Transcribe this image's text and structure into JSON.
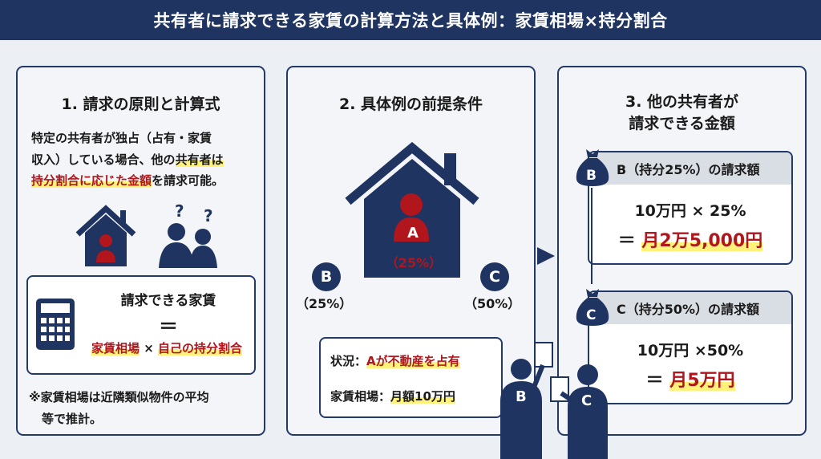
{
  "title": "共有者に請求できる家賃の計算方法と具体例：家賃相場×持分割合",
  "panel1": {
    "title": "1. 請求の原則と計算式",
    "line1": "特定の共有者が独占（占有・家賃",
    "line2a": "収入）している場合、他の",
    "line2b": "共有者は",
    "line3a": "持分割合に応じた金額",
    "line3b": "を請求可能。",
    "question_marks": "?",
    "formula_title": "請求できる家賃",
    "formula_eq": "＝",
    "formula_a": "家賃相場",
    "formula_x": "×",
    "formula_b": "自己の持分割合",
    "note1": "※家賃相場は近隣類似物件の平均",
    "note2": "等で推計。"
  },
  "panel2": {
    "title": "2. 具体例の前提条件",
    "a_label": "A",
    "a_pct": "（25%）",
    "b_label": "B",
    "b_pct": "（25%）",
    "c_label": "C",
    "c_pct": "（50%）",
    "status_label": "状況：",
    "status_value": "Aが不動産を占有",
    "rent_label": "家賃相場：",
    "rent_value": "月額10万円",
    "person_b": "B",
    "person_c": "C"
  },
  "panel3": {
    "title1": "3. 他の共有者が",
    "title2": "請求できる金額",
    "b": {
      "icon": "B",
      "head": "B（持分25%）の請求額",
      "calc": "10万円 × 25%",
      "eq": "＝",
      "result": "月2万5,000円"
    },
    "c": {
      "icon": "C",
      "head": "C（持分50%）の請求額",
      "calc": "10万円 ×50%",
      "eq": "＝",
      "result": "月5万円"
    }
  },
  "colors": {
    "navy": "#1f3461",
    "red": "#b0161c",
    "highlight": "#fff27a"
  }
}
